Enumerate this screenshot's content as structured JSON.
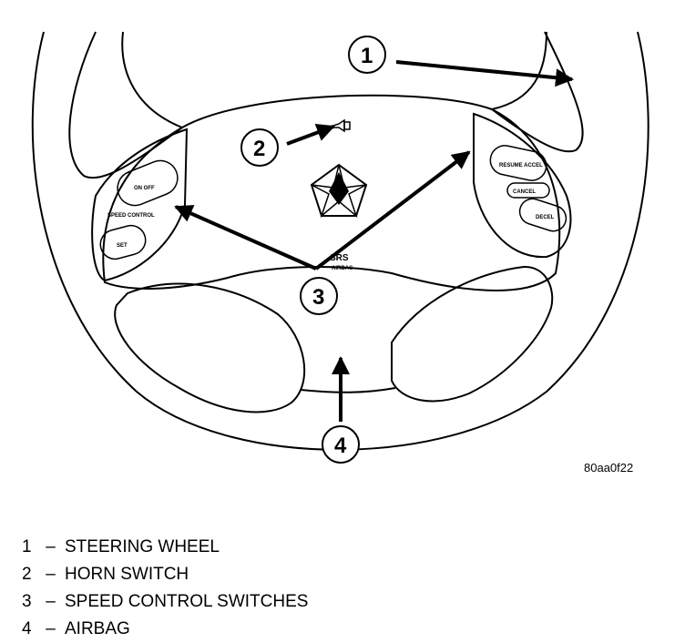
{
  "figure": {
    "callouts": [
      "1",
      "2",
      "3",
      "4"
    ],
    "srs_label": "SRS",
    "srs_sublabel": "AIRBAG",
    "switch_labels": {
      "on_off": "ON OFF",
      "speed_control": "SPEED CONTROL",
      "set": "SET",
      "resume_accel": "RESUME ACCEL",
      "cancel": "CANCEL",
      "decel": "DECEL"
    },
    "figure_id": "80aa0f22"
  },
  "legend": [
    {
      "num": "1",
      "dash": "–",
      "text": "STEERING WHEEL"
    },
    {
      "num": "2",
      "dash": "–",
      "text": "HORN SWITCH"
    },
    {
      "num": "3",
      "dash": "–",
      "text": "SPEED CONTROL SWITCHES"
    },
    {
      "num": "4",
      "dash": "–",
      "text": "AIRBAG"
    }
  ],
  "icons": {
    "horn": "horn-icon",
    "logo": "pentastar-logo-icon"
  }
}
